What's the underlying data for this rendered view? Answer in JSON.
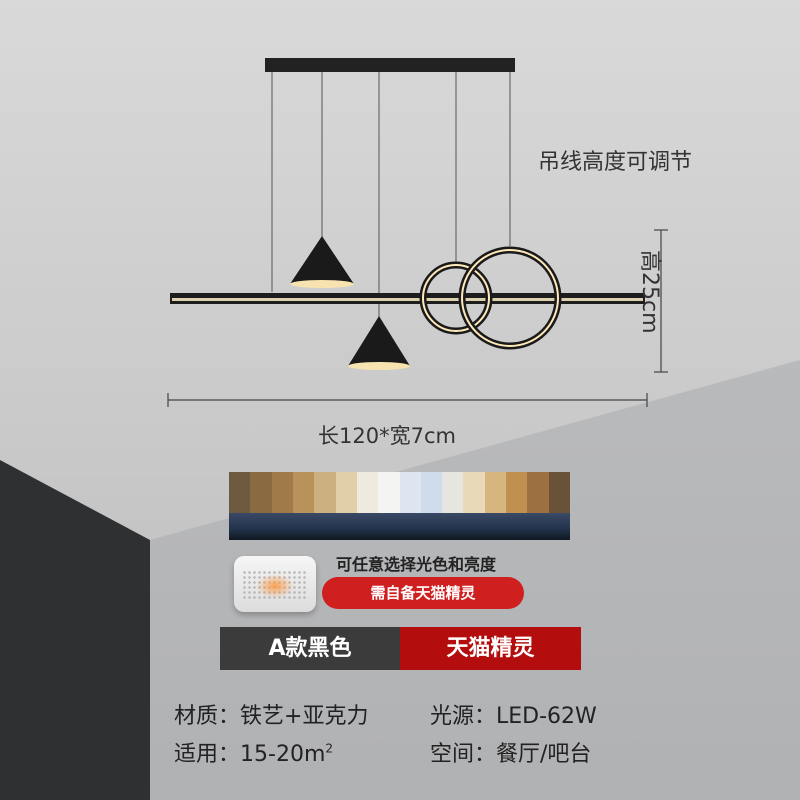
{
  "annotations": {
    "height_adjustable": "吊线高度可调节",
    "height_dimension": "高25cm",
    "size_dimension": "长120*宽7cm"
  },
  "promo": {
    "light_select_text": "可任意选择光色和亮度",
    "requirement_pill": "需自备天猫精灵",
    "spectrum_colors": [
      "#6e5a3e",
      "#8a6a40",
      "#a07a48",
      "#b8925a",
      "#cdb080",
      "#e0cfa8",
      "#eeeadf",
      "#f4f4f2",
      "#dde6f0",
      "#cfdcec",
      "#e6e6e0",
      "#e8d9b8",
      "#d6b67e",
      "#c09050",
      "#9c7040",
      "#6a5238"
    ]
  },
  "options": {
    "tab_a": "A款黑色",
    "tab_b": "天猫精灵",
    "tab_a_color": "#3b3b3b",
    "tab_b_color": "#b30d0d"
  },
  "specs": {
    "material_label": "材质：",
    "material_value": "铁艺+亚克力",
    "source_label": "光源：",
    "source_value": "LED-62W",
    "area_label": "适用：",
    "area_value": "15-20m",
    "area_sup": "2",
    "space_label": "空间：",
    "space_value": "餐厅/吧台"
  },
  "icons": [
    "pendant-lamp",
    "cone-shade-icon",
    "ring-light-icon",
    "smart-speaker-icon"
  ]
}
